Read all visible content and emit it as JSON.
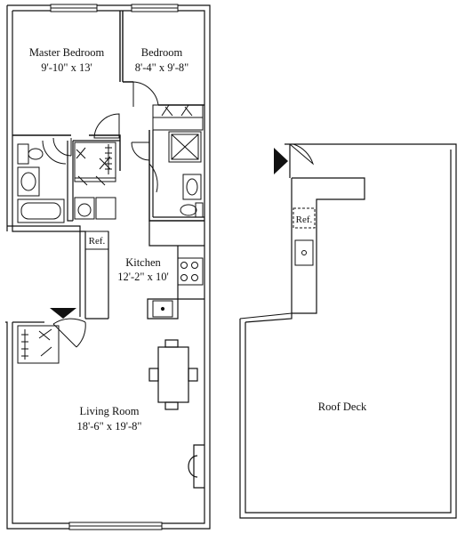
{
  "units": [
    {
      "rooms": [
        {
          "name": "Master Bedroom",
          "dimensions": "9'-10\" x 13'"
        },
        {
          "name": "Bedroom",
          "dimensions": "8'-4\" x 9'-8\""
        },
        {
          "name": "Kitchen",
          "dimensions": "12'-2\" x 10'"
        },
        {
          "name": "Living Room",
          "dimensions": "18'-6\" x 19'-8\""
        }
      ],
      "fixtures": {
        "fridge_label": "Ref."
      }
    },
    {
      "rooms": [
        {
          "name": "Roof Deck"
        }
      ],
      "fixtures": {
        "fridge_label": "Ref."
      }
    }
  ]
}
